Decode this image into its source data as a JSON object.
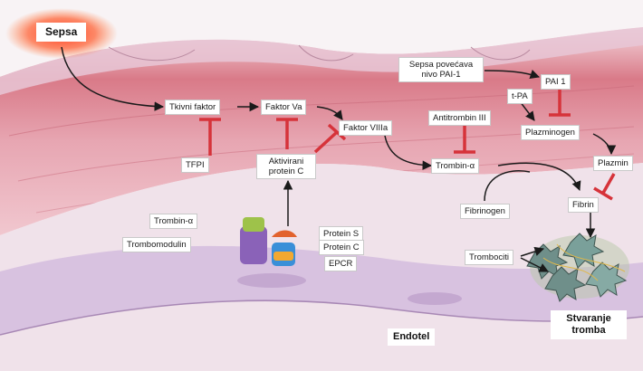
{
  "colors": {
    "tissue_top": "#d97a88",
    "tissue_mid": "#e7a6b2",
    "endothelium": "#d8c2e0",
    "lumen": "#f6eef2",
    "inhibition": "#d6333a",
    "arrow": "#1a1a1a",
    "sepsa_glow": "#ff3b1f"
  },
  "icons": [
    "sepsa-glow-icon",
    "thrombomodulin-receptor-icon",
    "epcr-receptor-icon",
    "platelet-cluster-icon"
  ],
  "labels": {
    "sepsa": "Sepsa",
    "tkivni_faktor": "Tkivni faktor",
    "faktor_va": "Faktor Va",
    "faktor_viiia": "Faktor VIIIa",
    "tfpi": "TFPI",
    "aktivirani_protein_c": "Aktivirani protein C",
    "trombin_alpha_top": "Trombin-α",
    "antitrombin_iii": "Antitrombin III",
    "sepsa_povecava": "Sepsa povećava nivo PAI-1",
    "pai1": "PAI 1",
    "tpa": "t-PA",
    "plazminogen": "Plazminogen",
    "plazmin": "Plazmin",
    "fibrinogen": "Fibrinogen",
    "fibrin": "Fibrin",
    "trombociti": "Trombociti",
    "trombin_alpha_left": "Trombin-α",
    "trombomodulin": "Trombomodulin",
    "protein_s": "Protein S",
    "protein_c": "Protein C",
    "epcr": "EPCR",
    "endotel": "Endotel",
    "stvaranje_tromba": "Stvaranje tromba"
  }
}
